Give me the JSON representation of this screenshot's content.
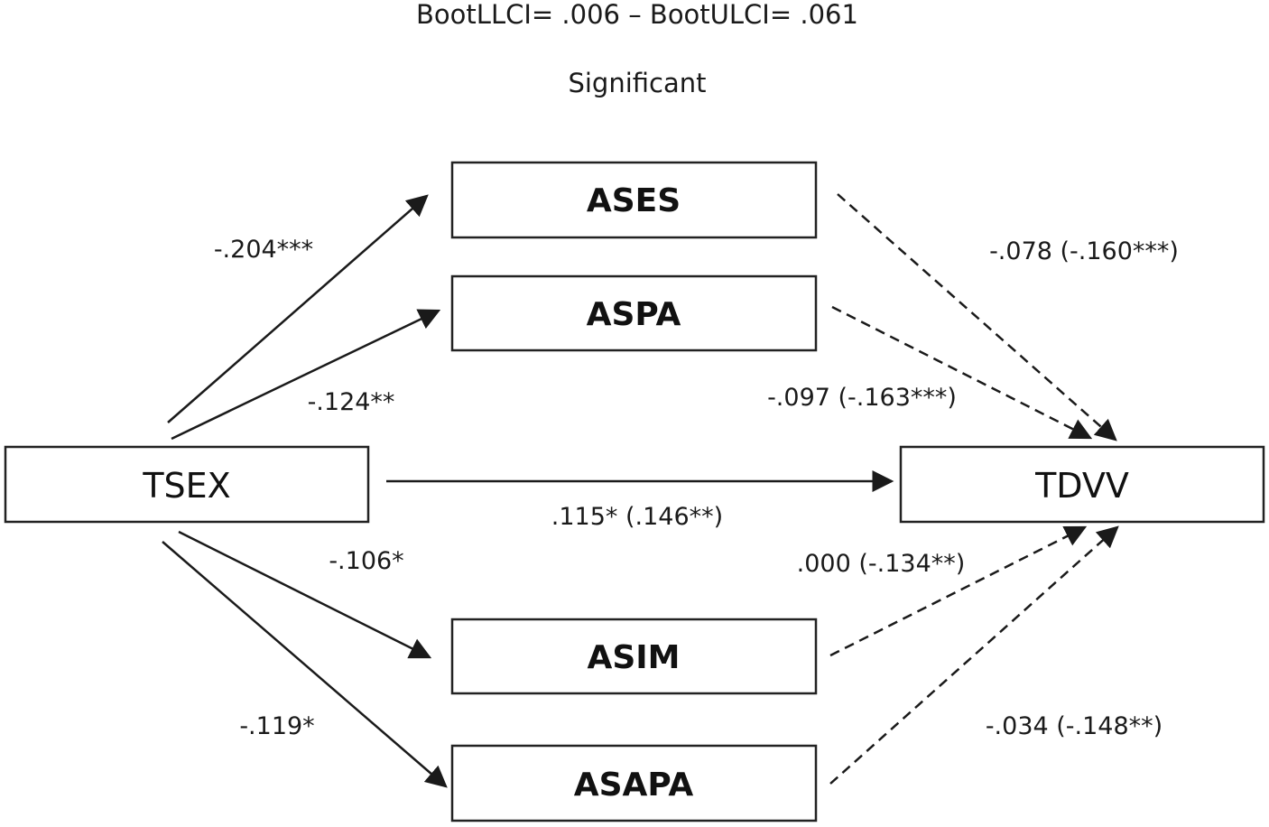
{
  "header": {
    "ci_line": "BootLLCI= .006 – BootULCI= .061",
    "significance": "Significant"
  },
  "nodes": {
    "tsex": "TSEX",
    "tdvv": "TDVV",
    "ases": "ASES",
    "aspa": "ASPA",
    "asim": "ASIM",
    "asapa": "ASAPA"
  },
  "paths": {
    "tsex_ases": "-.204***",
    "tsex_aspa": "-.124**",
    "tsex_asim": "-.106*",
    "tsex_asapa": "-.119*",
    "tsex_tdvv": ".115* (.146**)",
    "ases_tdvv": "-.078 (-.160***)",
    "aspa_tdvv": "-.097 (-.163***)",
    "asim_tdvv": ".000 (-.134**)",
    "asapa_tdvv": "-.034 (-.148**)"
  }
}
